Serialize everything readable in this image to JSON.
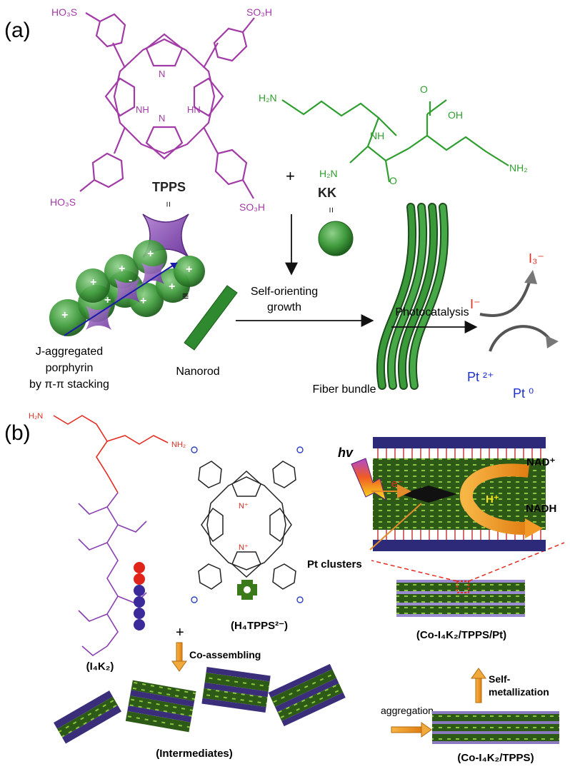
{
  "panel_a": {
    "label": "(a)",
    "tpps": {
      "name": "TPPS",
      "so3h": "SO₃H",
      "ho3s": "HO₃S",
      "nh": "NH",
      "hn": "HN",
      "n": "N",
      "equals": "=",
      "color": "#a13ba6"
    },
    "kk": {
      "name": "KK",
      "h2n": "H₂N",
      "nh2": "NH₂",
      "nh": "NH",
      "oh": "OH",
      "o": "O",
      "equals": "=",
      "color": "#2e9e2e"
    },
    "plus": "+",
    "j_aggregate_label": [
      "J-aggregated",
      "porphyrin",
      "by π-π stacking"
    ],
    "equiv": "≡",
    "nanorod_label": "Nanorod",
    "growth_label": [
      "Self-orienting",
      "growth"
    ],
    "fiber_label": "Fiber bundle",
    "photocatalysis_label": "Photocatalysis",
    "iodide": "I⁻",
    "triiodide": "I₃⁻",
    "pt2": "Pt ²⁺",
    "pt0": "Pt ⁰"
  },
  "panel_b": {
    "label": "(b)",
    "i4k2_label": "(I₄K₂)",
    "h4tpps_label": "(H₄TPPS²⁻)",
    "plus": "+",
    "coassembling": "Co-assembling",
    "intermediates": "(Intermediates)",
    "aggregation": "aggregation",
    "co_tpps": "(Co-I₄K₂/TPPS)",
    "self_metallization": [
      "Self-",
      "metallization"
    ],
    "co_tpps_pt": "(Co-I₄K₂/TPPS/Pt)",
    "hv": "hv",
    "nad_plus": "NAD⁺",
    "nadh": "NADH",
    "electron": "e⁻",
    "h_plus": "H⁺",
    "pt_clusters": "Pt clusters",
    "h2n_red": "H₂N",
    "nh2_red": "NH₂"
  }
}
